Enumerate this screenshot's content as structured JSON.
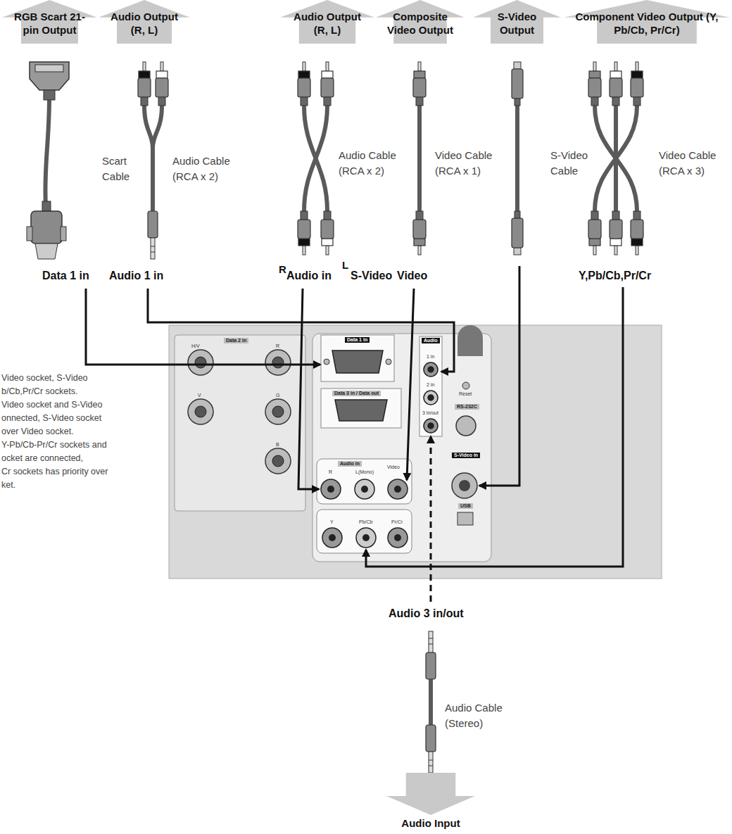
{
  "diagram": {
    "nodes": [
      {
        "text": [
          "RGB Scart 21-pin Output"
        ]
      },
      {
        "text": [
          "Audio Output (R, L)"
        ]
      },
      {
        "text": [
          "Audio Output (R, L)"
        ]
      },
      {
        "text": [
          "Composite Video Output"
        ]
      },
      {
        "text": [
          "S-Video Output"
        ]
      },
      {
        "text": [
          "Component Video Output (Y, Pb/Cb, Pr/Cr)"
        ]
      },
      {
        "text": [
          "Audio Input"
        ]
      }
    ],
    "labels": [
      "Scart Cable",
      "Audio Cable (RCA x 2)",
      "Audio Cable (RCA x 2)",
      "Video Cable (RCA x 1)",
      "S-Video Cable",
      "Video Cable (RCA x 3)",
      "R",
      "L",
      "Data 1 in",
      "Audio 1 in",
      "Audio in",
      "S-Video",
      "Video",
      "Y,Pb/Cb,Pr/Cr",
      "Audio 3 in/out",
      "Audio Cable (Stereo)",
      "Video socket, S-Video",
      "b/Cb,Pr/Cr sockets.",
      "Video socket and S-Video",
      "onnected, S-Video socket",
      "over Video socket.",
      "Y-Pb/Cb-Pr/Cr sockets and",
      "ocket are connected,",
      "Cr sockets has priority over",
      "ket.",
      "Data 2 in",
      "H/V",
      "R",
      "V",
      "G",
      "B",
      "Data 1 in",
      "Data 3 in / Data out",
      "Audio",
      "1 in",
      "2 in",
      "3 in/out",
      "Reset",
      "RS-232C",
      "S-Video in",
      "USB",
      "Audio in",
      "R",
      "L(Mono)",
      "Video",
      "Y",
      "Pb/Cb",
      "Pr/Cr"
    ]
  }
}
